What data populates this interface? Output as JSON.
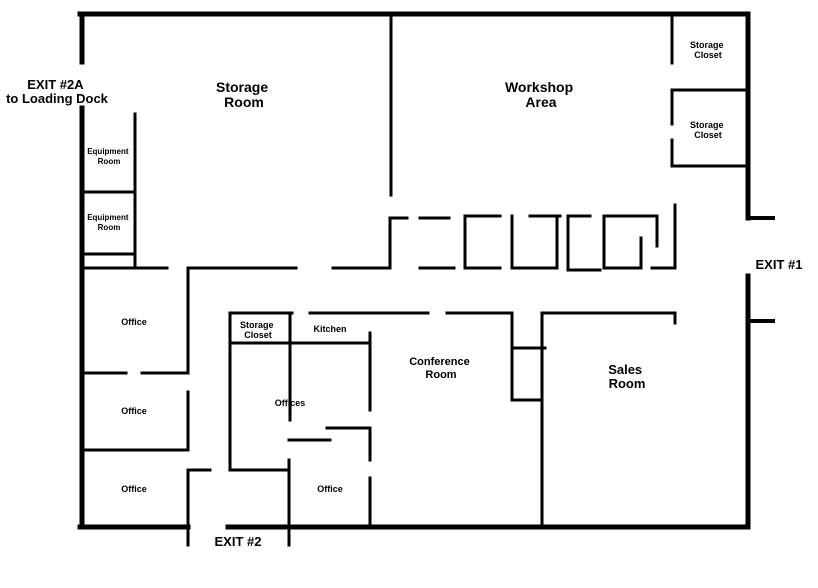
{
  "colors": {
    "wall": "#000000",
    "background": "#ffffff"
  },
  "rooms": {
    "storage_room": [
      "Storage",
      "Room"
    ],
    "workshop_area": [
      "Workshop",
      "Area"
    ],
    "storage_closet_1": [
      "Storage",
      "Closet"
    ],
    "storage_closet_2": [
      "Storage",
      "Closet"
    ],
    "equipment_room_1": [
      "Equipment",
      "Room"
    ],
    "equipment_room_2": [
      "Equipment",
      "Room"
    ],
    "office_1": "Office",
    "office_2": "Office",
    "office_3": "Office",
    "storage_closet_3": [
      "Storage",
      "Closet"
    ],
    "kitchen": "Kitchen",
    "offices": "Offices",
    "office_4": "Office",
    "conference_room": [
      "Conference",
      "Room"
    ],
    "sales_room": [
      "Sales",
      "Room"
    ]
  },
  "exits": {
    "exit_2a": [
      "EXIT #2A",
      "to Loading Dock"
    ],
    "exit_1": "EXIT #1",
    "exit_2": "EXIT #2"
  }
}
